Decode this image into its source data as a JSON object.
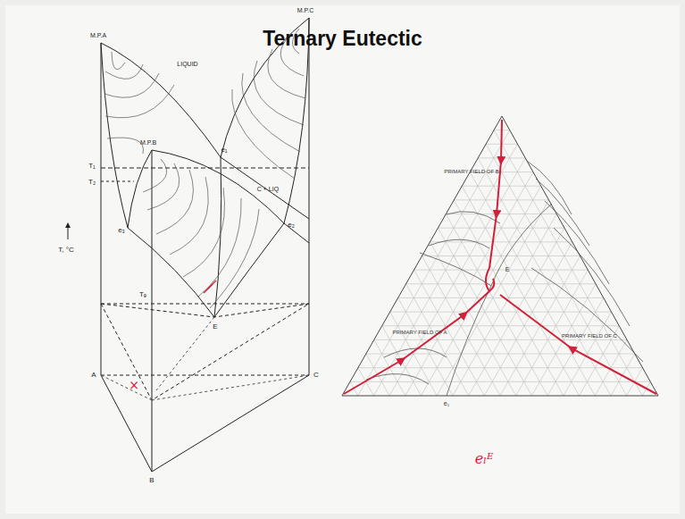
{
  "diagram": {
    "title": "Ternary Eutectic",
    "labels": [
      "M.P.A",
      "M.P.C",
      "LIQUID",
      "M.P.B",
      "T₁",
      "T₂",
      "e₁",
      "C + LIQ",
      "e₃",
      "e₂",
      "T, °C",
      "Tₑ",
      "E",
      "A",
      "C",
      "B",
      "PRIMARY FIELD OF A",
      "PRIMARY FIELD OF B",
      "PRIMARY FIELD OF C",
      "E",
      "e₁",
      "eₗᴱ",
      "×"
    ]
  }
}
